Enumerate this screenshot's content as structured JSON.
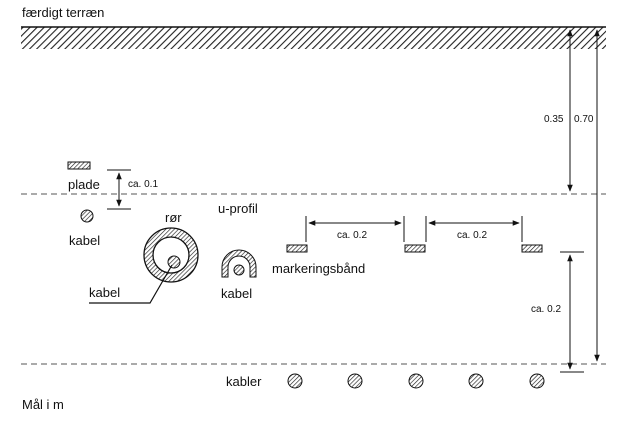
{
  "terrain_label": "færdigt terræn",
  "units_note": "Mål i m",
  "labels": {
    "plade": "plade",
    "kabel": "kabel",
    "ror": "rør",
    "uprofil": "u-profil",
    "markeringsband": "markeringsbånd",
    "kabler": "kabler"
  },
  "dimensions": {
    "plate_gap": "ca. 0.1",
    "depth_to_marker": "0.35",
    "depth_total": "0.70",
    "spacing_1": "ca. 0.2",
    "spacing_2": "ca. 0.2",
    "marker_to_cables": "ca. 0.2"
  },
  "colors": {
    "line": "#111111",
    "hatch": "#222222",
    "dash": "#555555"
  }
}
